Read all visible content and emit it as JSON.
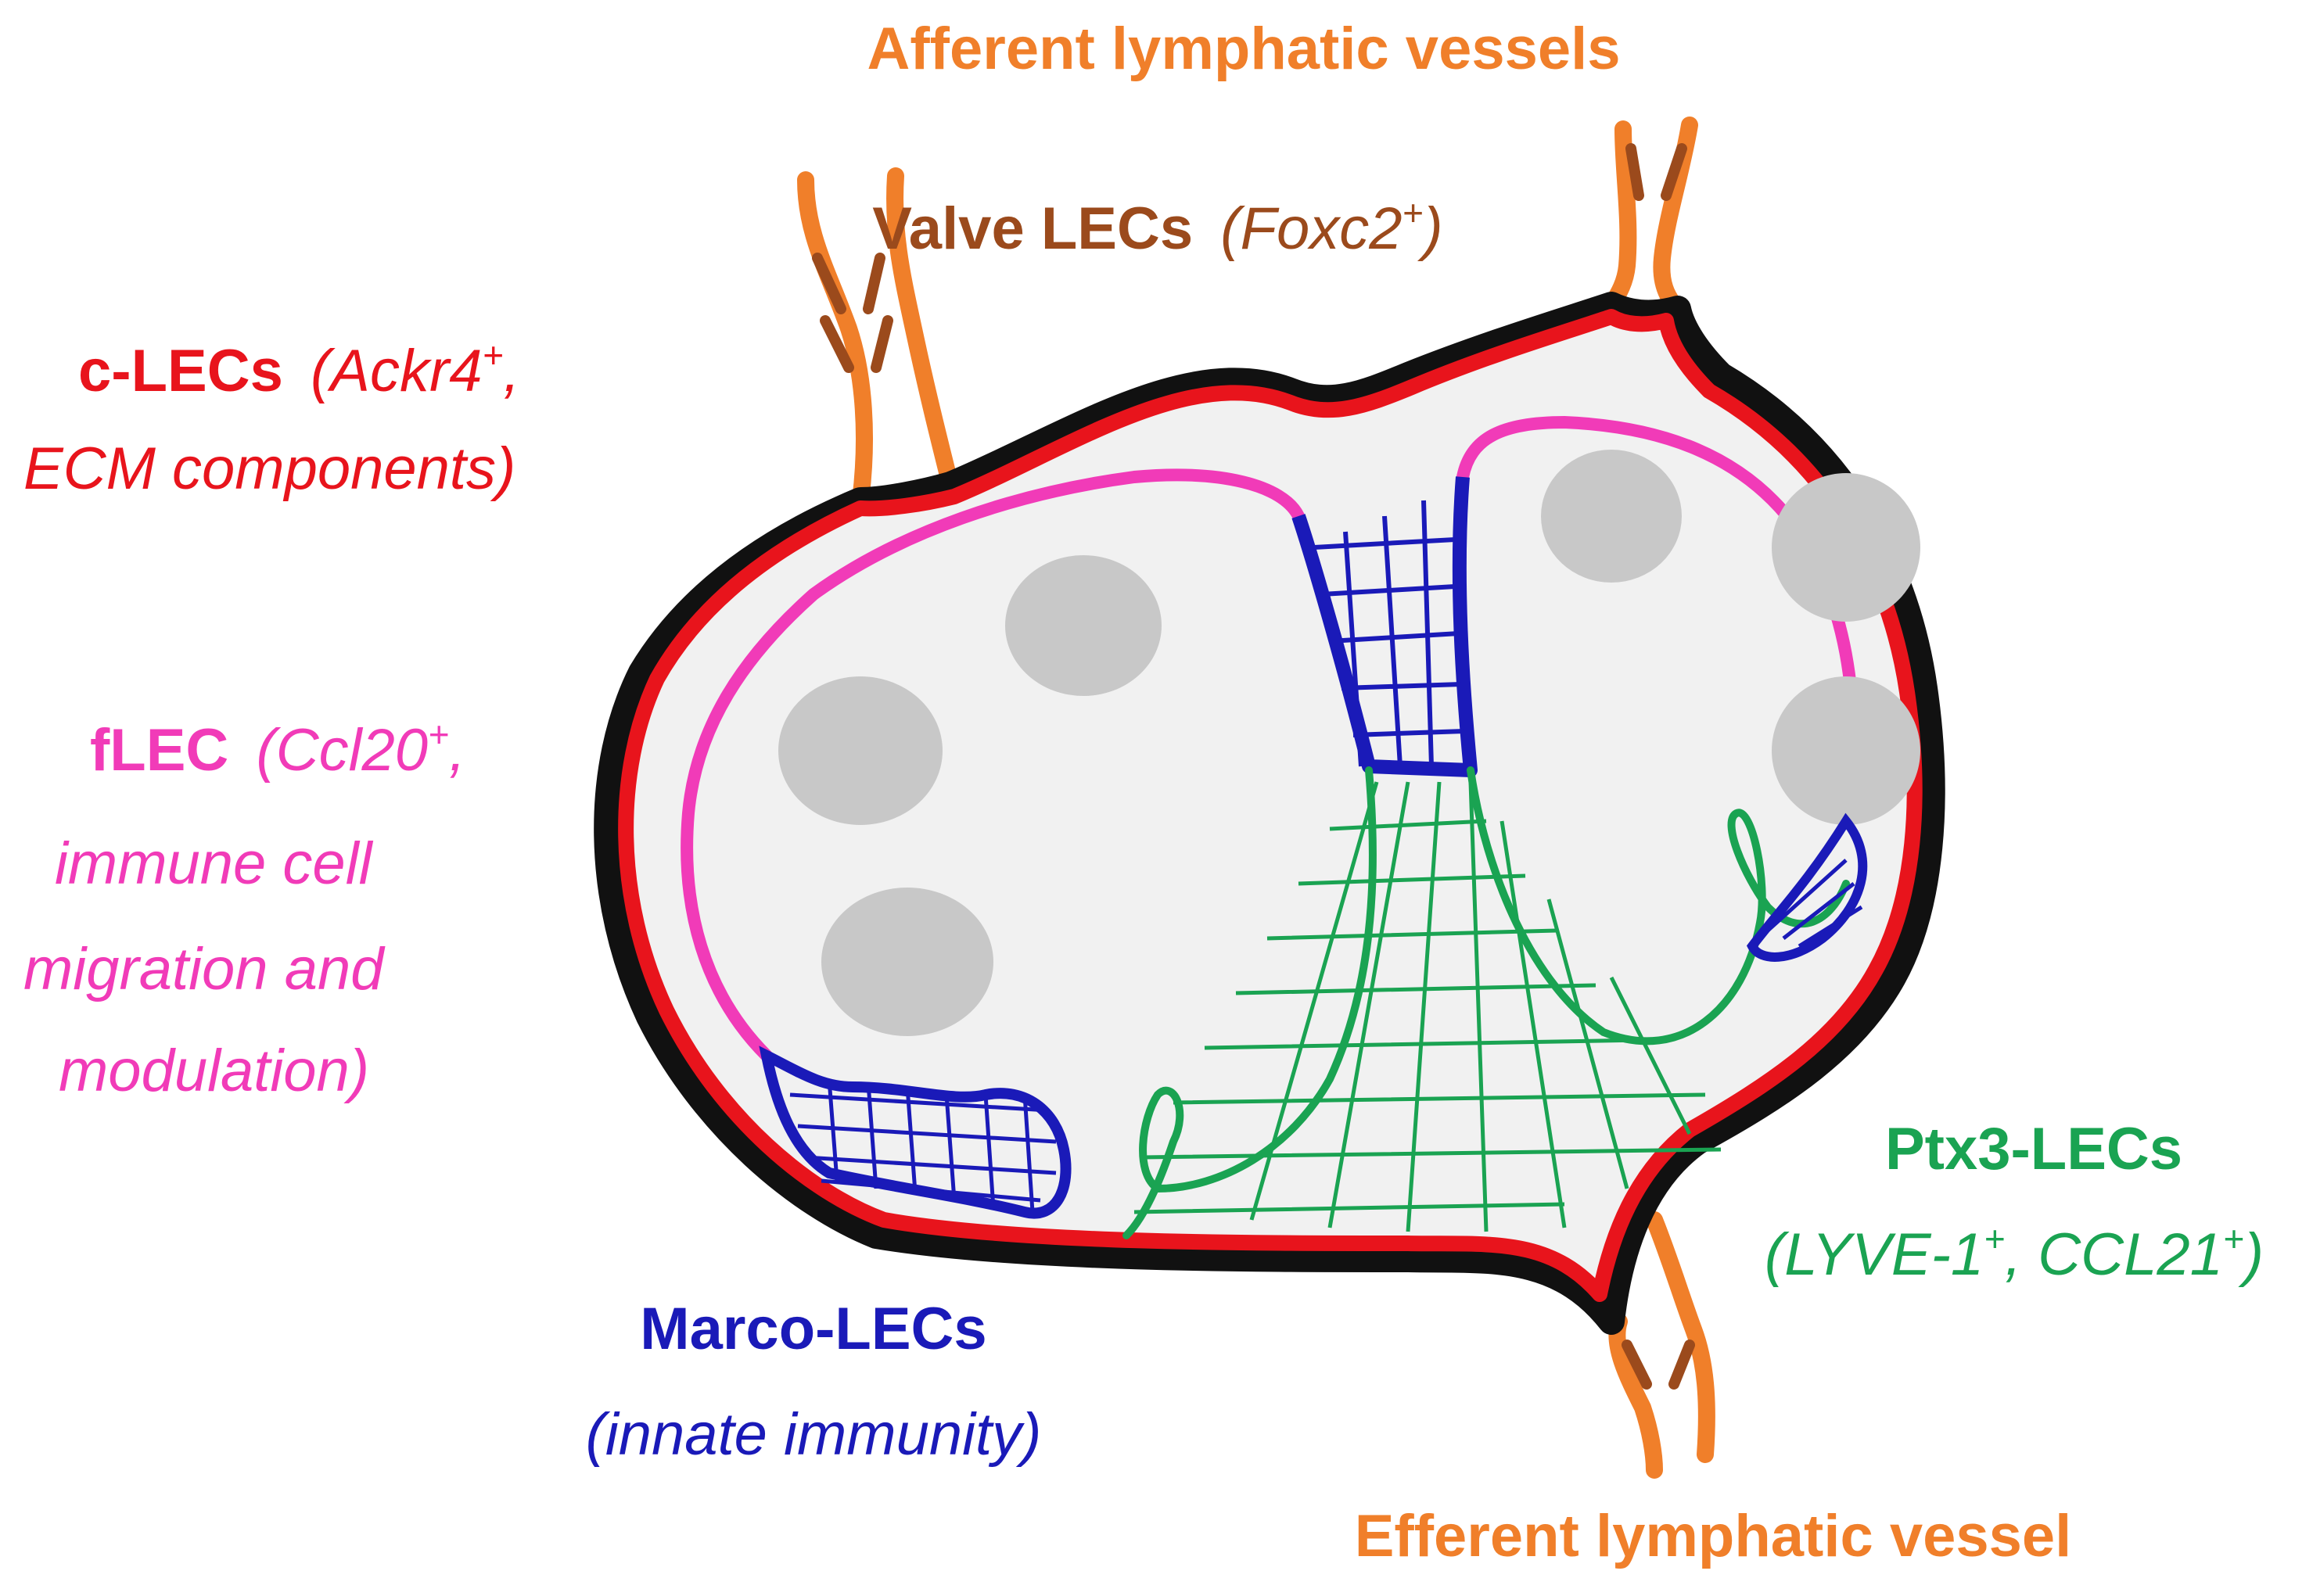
{
  "colors": {
    "afferent": "#f07f2a",
    "efferent": "#f07f2a",
    "valve": "#9b4a1c",
    "clec": "#e8141c",
    "flec": "#f13bb8",
    "marco": "#1a1ab8",
    "ptx3": "#1aa352",
    "capsule": "#111111",
    "node_fill": "#f1f1f1",
    "follicle": "#c8c8c8"
  },
  "labels": {
    "afferent": "Afferent lymphatic vessels",
    "valve_name": "Valve LECs",
    "valve_marker_open": "(",
    "valve_marker": "Foxc2",
    "valve_marker_sup": "+",
    "valve_marker_close": ")",
    "clec_name": "c-LECs",
    "clec_marker": "Ackr4",
    "clec_marker_sup": "+",
    "clec_line2": "ECM components)",
    "flec_name": "fLEC",
    "flec_marker": "Ccl20",
    "flec_marker_sup": "+",
    "flec_line2": "immune cell",
    "flec_line3": "migration and",
    "flec_line4": "modulation)",
    "ptx3_name": "Ptx3-LECs",
    "ptx3_m1": "LYVE-1",
    "ptx3_m1_sup": "+",
    "ptx3_m2": "CCL21",
    "ptx3_m2_sup": "+",
    "marco_name": "Marco-LECs",
    "marco_line2": "innate immunity",
    "efferent": "Efferent lymphatic vessel"
  },
  "icons": [
    "follicle-icon",
    "lymph-node-icon",
    "sinus-network-icon"
  ]
}
